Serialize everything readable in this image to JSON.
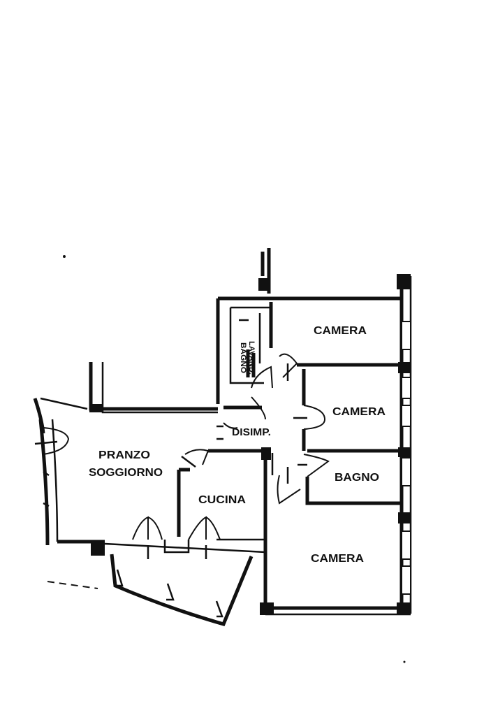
{
  "plan": {
    "rooms": {
      "camera_1": "CAMERA",
      "camera_2": "CAMERA",
      "bagno_right": "BAGNO",
      "camera_3": "CAMERA",
      "bagno_lavand_line1": "BAGNO",
      "bagno_lavand_line2": "LAVAND.",
      "disimp": "DISIMP.",
      "pranzo_line1": "PRANZO",
      "pranzo_line2": "SOGGIORNO",
      "cucina": "CUCINA"
    }
  }
}
